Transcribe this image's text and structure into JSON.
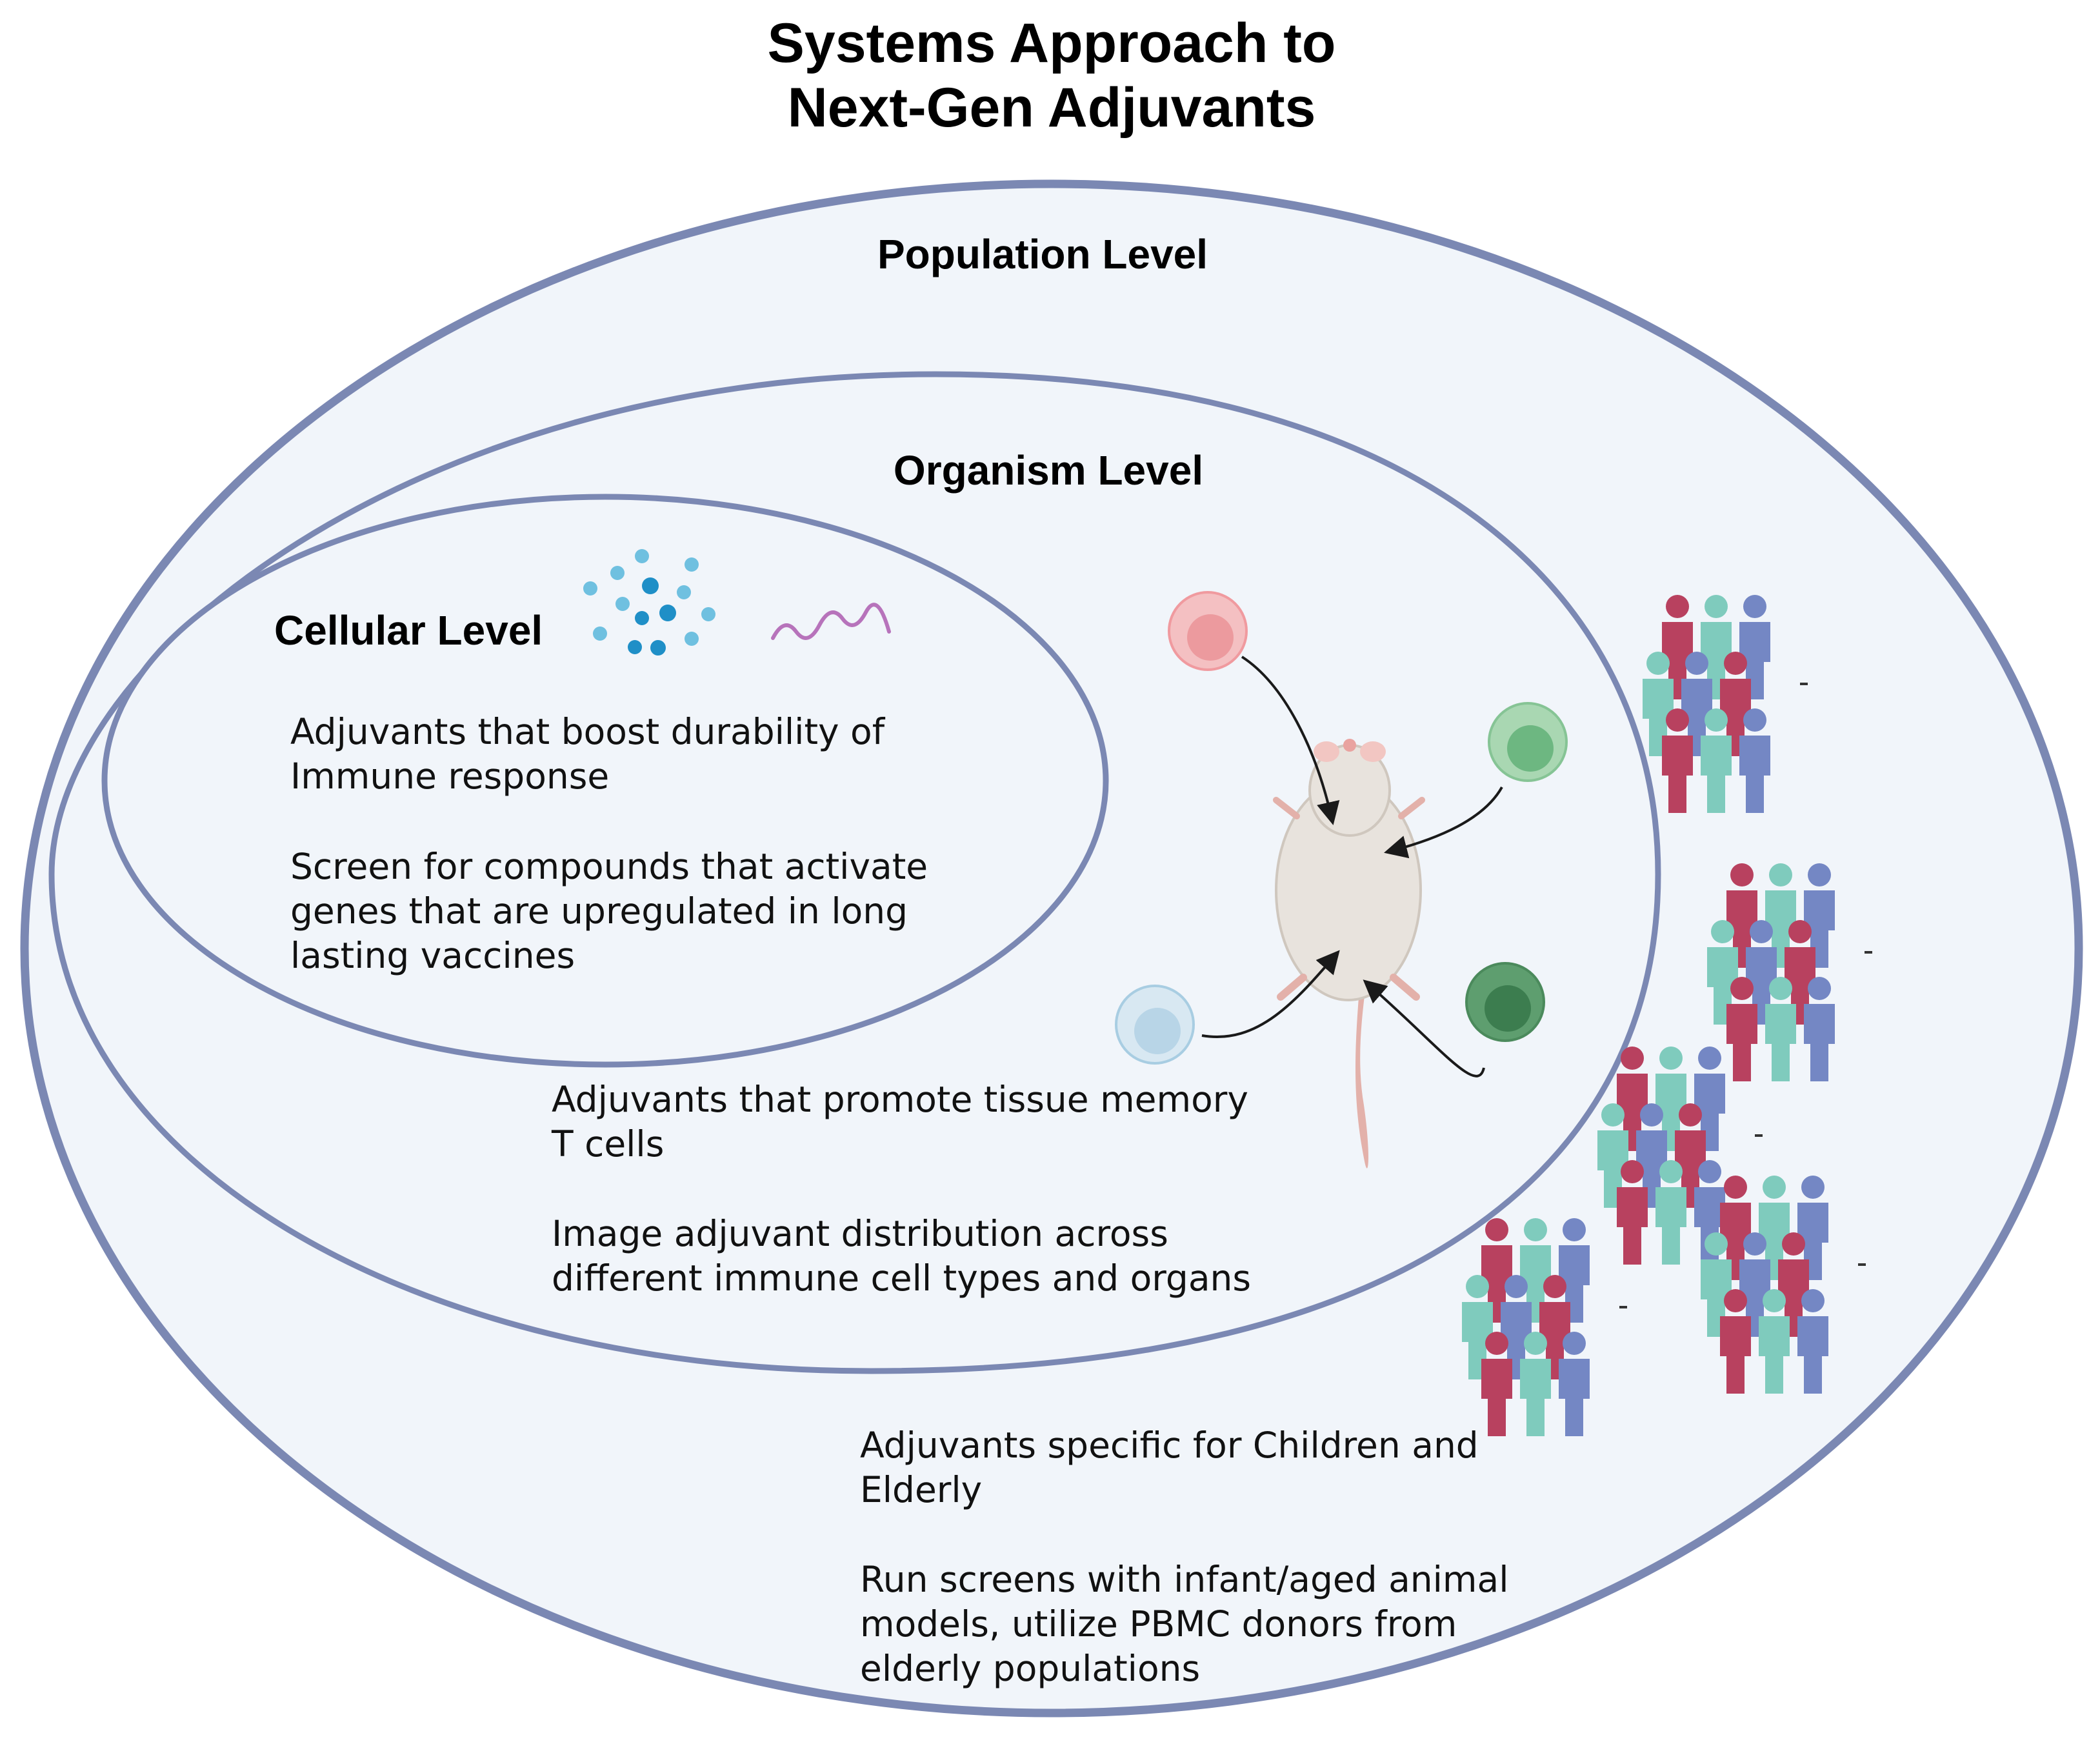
{
  "title": {
    "line1": "Systems Approach to",
    "line2": "Next-Gen Adjuvants"
  },
  "levels": {
    "population": {
      "label": "Population Level",
      "text_lines": [
        "Adjuvants specific for Children and",
        "Elderly",
        "",
        "Run screens with infant/aged animal",
        "models, utilize PBMC donors from",
        "elderly populations"
      ]
    },
    "organism": {
      "label": "Organism Level",
      "text_lines": [
        "Adjuvants that promote tissue memory",
        "T cells",
        "",
        "Image adjuvant distribution across",
        "different immune cell types and organs"
      ]
    },
    "cellular": {
      "label": "Cellular Level",
      "text_lines": [
        "Adjuvants that boost durability of",
        "Immune response",
        "",
        "Screen for compounds that activate",
        "genes that are upregulated in long",
        "lasting vaccines"
      ]
    }
  },
  "icons": {
    "molecules": "molecule-cluster-icon",
    "rna": "rna-strand-icon",
    "mouse": "mouse-icon",
    "immune_cells": "immune-cell-icon",
    "people": "people-group-icon"
  },
  "colors": {
    "ellipse_stroke": "#7b88b3",
    "ellipse_fill": "#f1f5fa",
    "person_red": "#b8415f",
    "person_teal": "#7fcbbd",
    "person_blue": "#7487c4",
    "cell_pink": "#f2a7aa",
    "cell_green_light": "#8fc99c",
    "cell_green_dark": "#4f9464",
    "cell_blue_light": "#c3dcea",
    "rna": "#b773bb",
    "dot_dark": "#1f8fc7",
    "dot_light": "#6fc0e0"
  }
}
